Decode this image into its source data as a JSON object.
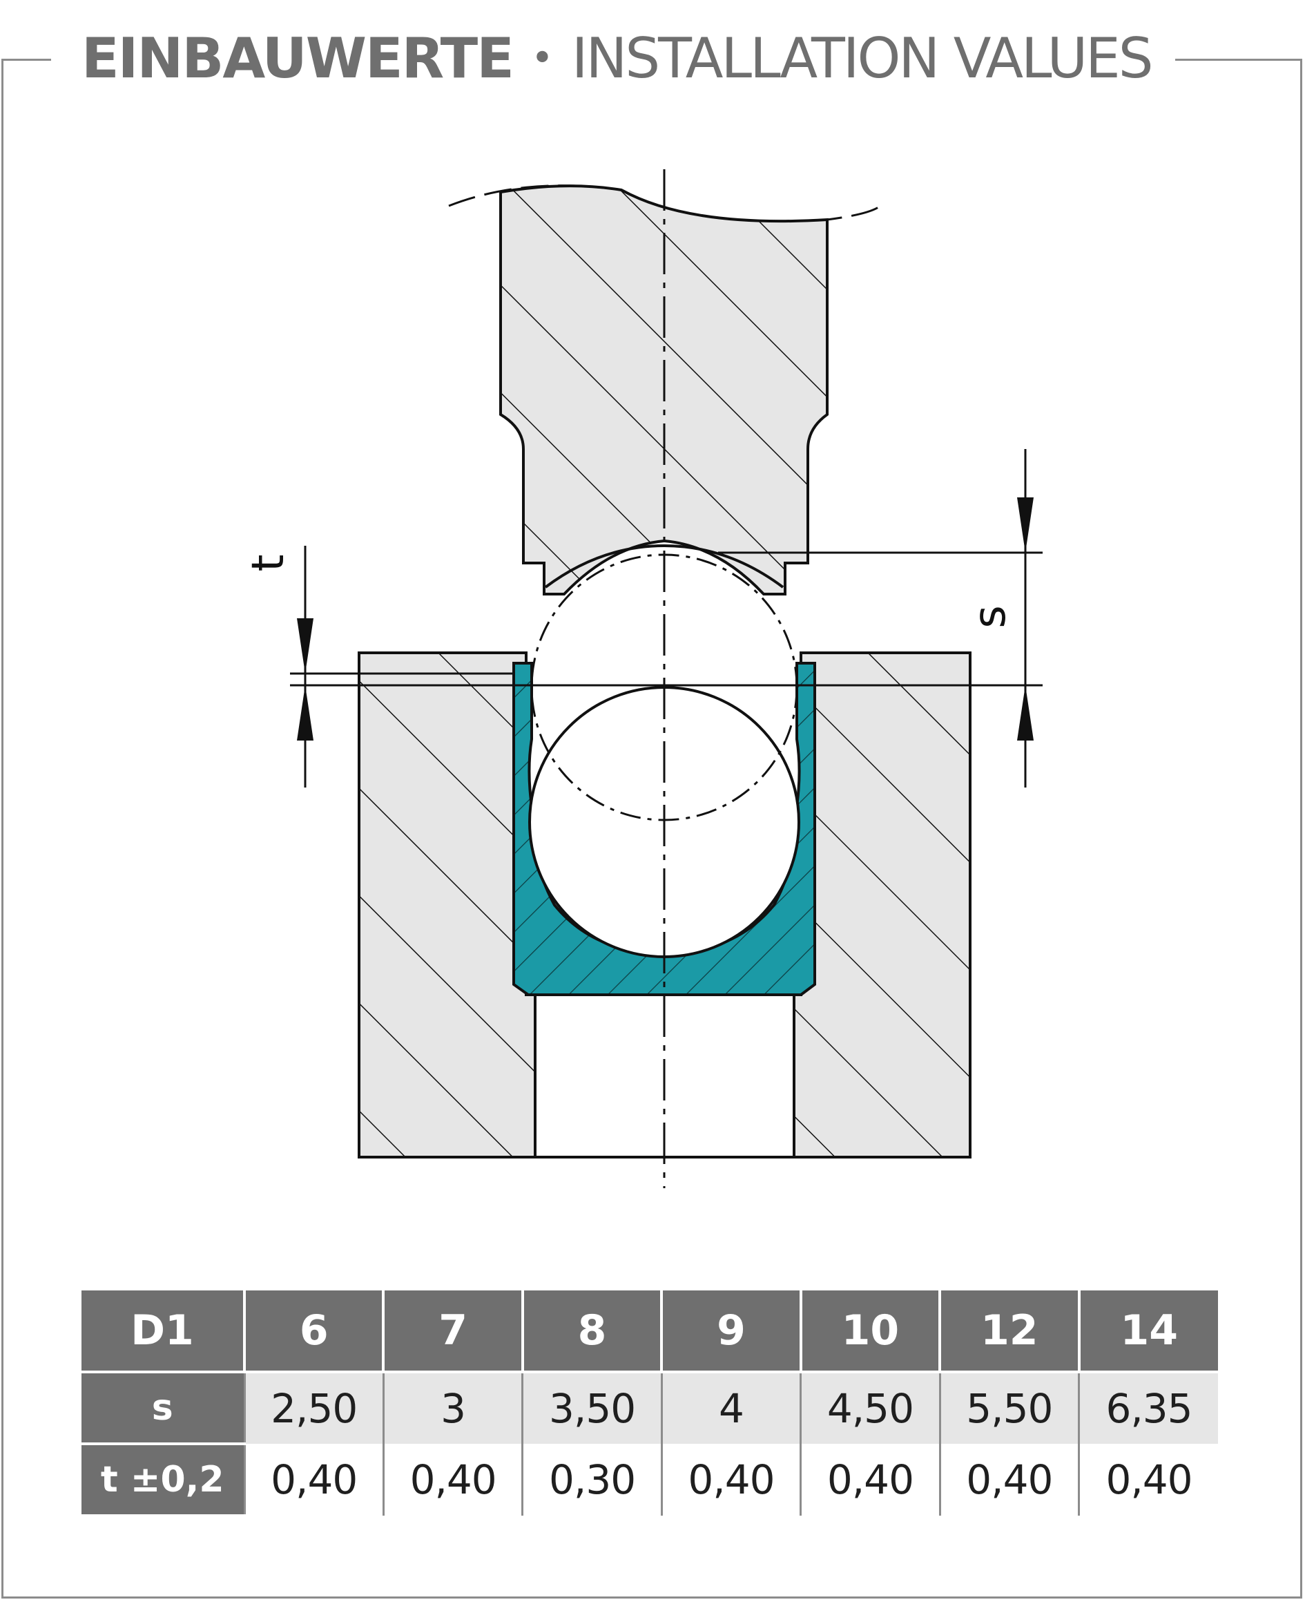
{
  "heading": {
    "title_bold": "EINBAUWERTE",
    "separator": "•",
    "title_light": "INSTALLATION VALUES"
  },
  "drawing": {
    "label_t": "t",
    "label_s": "s"
  },
  "colors": {
    "accent_teal": "#1b9aa6",
    "section_gray": "#e6e6e6",
    "header_gray": "#6f6f6f",
    "frame_gray": "#8c8c8c"
  },
  "table": {
    "header_label": "D1",
    "columns": [
      "6",
      "7",
      "8",
      "9",
      "10",
      "12",
      "14"
    ],
    "rows": [
      {
        "label": "s",
        "values": [
          "2,50",
          "3",
          "3,50",
          "4",
          "4,50",
          "5,50",
          "6,35"
        ]
      },
      {
        "label": "t ±0,2",
        "values": [
          "0,40",
          "0,40",
          "0,30",
          "0,40",
          "0,40",
          "0,40",
          "0,40"
        ]
      }
    ]
  }
}
